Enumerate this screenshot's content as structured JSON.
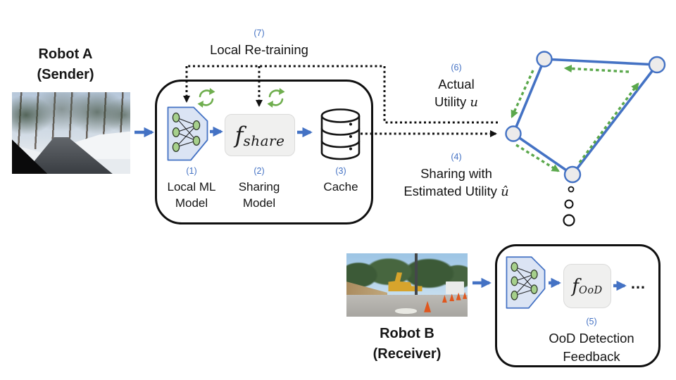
{
  "figure": {
    "robot_a": {
      "title": "Robot A",
      "subtitle": "(Sender)"
    },
    "robot_b": {
      "title": "Robot B",
      "subtitle": "(Receiver)"
    },
    "box_a": {
      "local_ml": {
        "num": "(1)",
        "label": "Local ML Model"
      },
      "sharing": {
        "num": "(2)",
        "label": "Sharing Model",
        "symbol_main": "f",
        "symbol_sub": "share"
      },
      "cache": {
        "num": "(3)",
        "label": "Cache"
      }
    },
    "box_b": {
      "ood": {
        "num": "(5)",
        "label": "OoD Detection Feedback",
        "symbol_main": "f",
        "symbol_sub": "OoD"
      },
      "ellipsis": "…"
    },
    "annotations": {
      "retraining": {
        "num": "(7)",
        "label": "Local Re-training"
      },
      "actual_utility": {
        "num": "(6)",
        "line1": "Actual",
        "line2": "Utility",
        "var": "u"
      },
      "sharing_utility": {
        "num": "(4)",
        "line1": "Sharing with",
        "line2": "Estimated Utility",
        "var": "û"
      }
    }
  },
  "icons": {
    "neural_network": "polygon-with-green-nodes",
    "retrain_cycle": "circular-green-arrows",
    "cache": "database-cylinder",
    "flow_arrow": "blue-right-arrow",
    "network_node": "gray-circle",
    "expansion_dots": "growing-circles"
  },
  "colors": {
    "accent_blue": "#4472C4",
    "green": "#5BA84C",
    "line_black": "#111111",
    "node_fill": "#ECEBEB",
    "func_box_fill": "#F0F0EF",
    "nn_fill": "#DBE4F4",
    "nn_node_green": "#A6D08C"
  }
}
